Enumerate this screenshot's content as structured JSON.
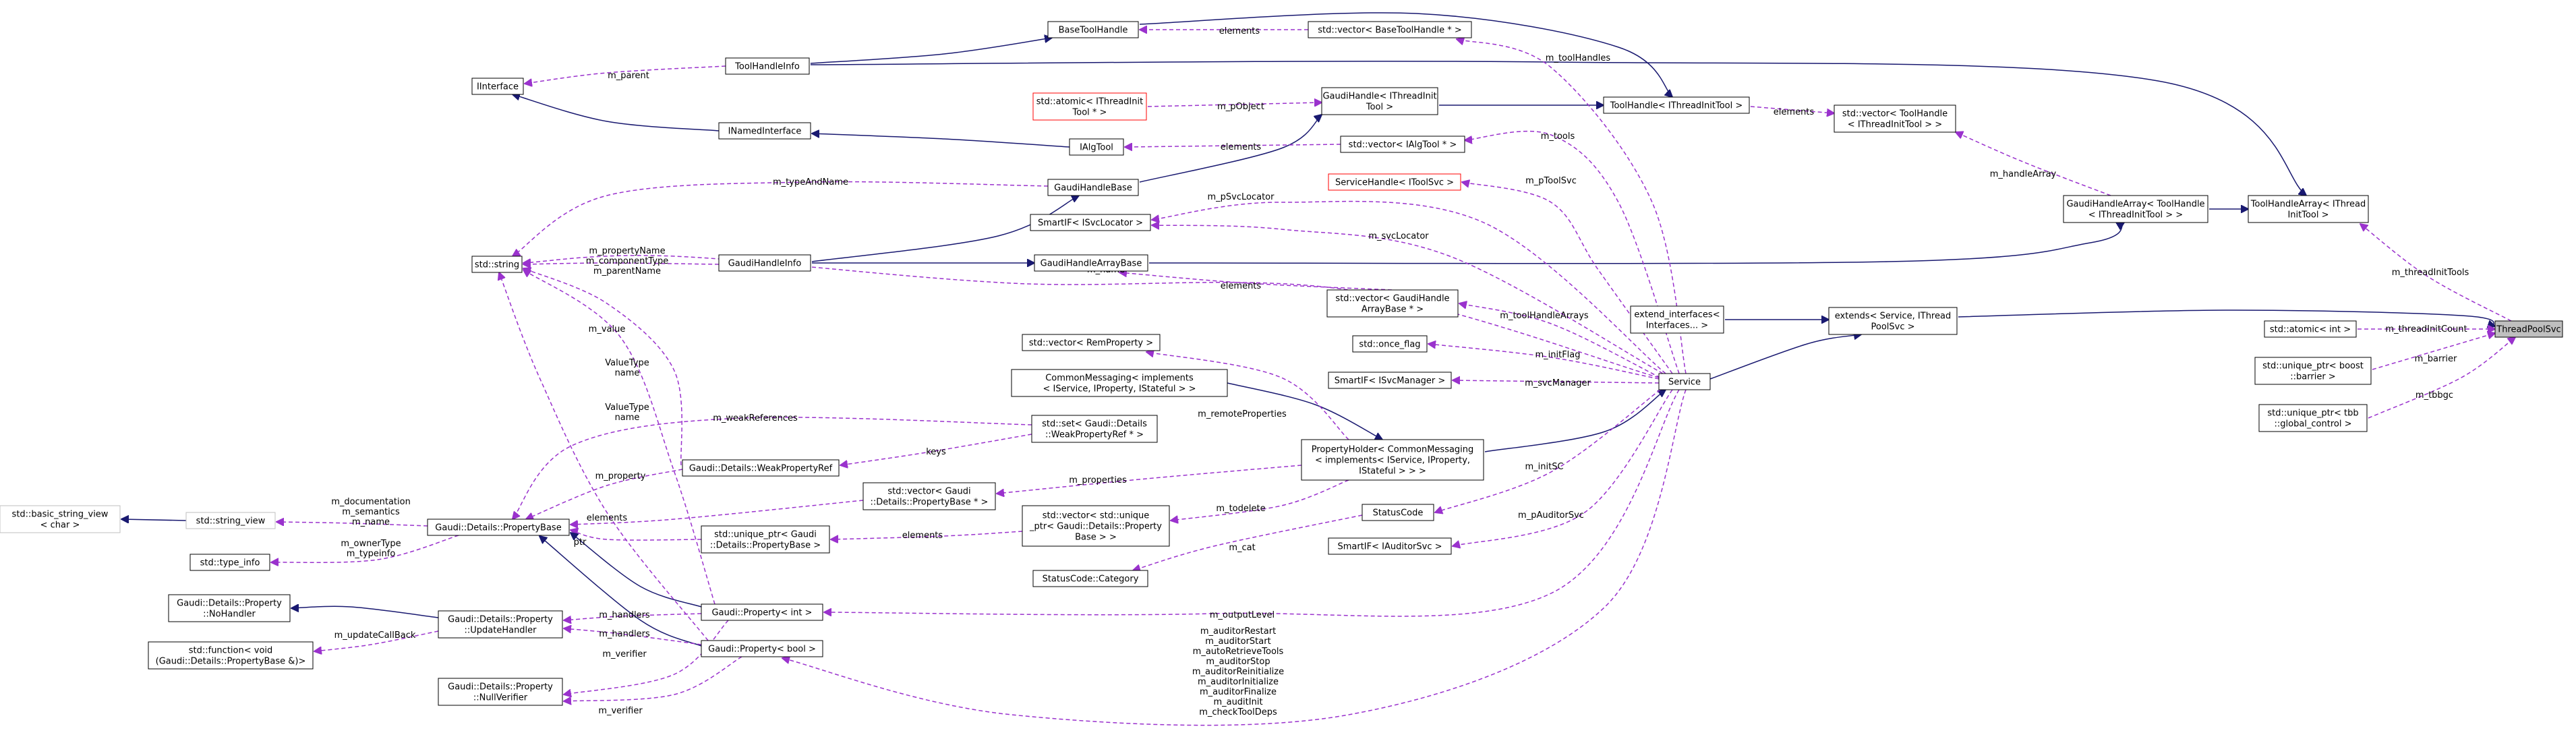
{
  "colors": {
    "inheritance": "#191970",
    "usage": "#9a32cd",
    "node_border": "#000000",
    "missing_border": "#ff0000",
    "external_border": "#bfbfbf",
    "root_fill": "#bfbfbf",
    "node_fill": "#ffffff"
  },
  "nodes": [
    {
      "id": "ThreadPoolSvc",
      "lines": [
        "ThreadPoolSvc"
      ],
      "style": "root"
    },
    {
      "id": "extends",
      "lines": [
        "extends< Service, IThread",
        "PoolSvc >"
      ],
      "style": "normal"
    },
    {
      "id": "Service",
      "lines": [
        "Service"
      ],
      "style": "normal"
    },
    {
      "id": "extend_interfaces",
      "lines": [
        "extend_interfaces<",
        "Interfaces... >"
      ],
      "style": "normal"
    },
    {
      "id": "PropertyHolder",
      "lines": [
        "PropertyHolder< CommonMessaging",
        "< implements< IService, IProperty,",
        "IStateful > > >"
      ],
      "style": "normal"
    },
    {
      "id": "CommonMessaging",
      "lines": [
        "CommonMessaging< implements",
        "< IService, IProperty, IStateful > >"
      ],
      "style": "normal"
    },
    {
      "id": "vecRemProperty",
      "lines": [
        "std::vector< RemProperty >"
      ],
      "style": "normal"
    },
    {
      "id": "vecPropertyBase",
      "lines": [
        "std::vector< Gaudi",
        "::Details::PropertyBase * >"
      ],
      "style": "normal"
    },
    {
      "id": "vecUniquePtr",
      "lines": [
        "std::vector< std::unique",
        "_ptr< Gaudi::Details::Property",
        "Base > >"
      ],
      "style": "normal"
    },
    {
      "id": "uniquePtrPropertyBase",
      "lines": [
        "std::unique_ptr< Gaudi",
        "::Details::PropertyBase >"
      ],
      "style": "normal"
    },
    {
      "id": "setWeakRef",
      "lines": [
        "std::set< Gaudi::Details",
        "::WeakPropertyRef * >"
      ],
      "style": "normal"
    },
    {
      "id": "WeakPropertyRef",
      "lines": [
        "Gaudi::Details::WeakPropertyRef"
      ],
      "style": "normal"
    },
    {
      "id": "PropertyBase",
      "lines": [
        "Gaudi::Details::PropertyBase"
      ],
      "style": "normal"
    },
    {
      "id": "string_view",
      "lines": [
        "std::string_view"
      ],
      "style": "external"
    },
    {
      "id": "basic_string_view",
      "lines": [
        "std::basic_string_view",
        "< char >"
      ],
      "style": "external"
    },
    {
      "id": "type_info",
      "lines": [
        "std::type_info"
      ],
      "style": "normal"
    },
    {
      "id": "stdstring",
      "lines": [
        "std::string"
      ],
      "style": "normal"
    },
    {
      "id": "NoHandler",
      "lines": [
        "Gaudi::Details::Property",
        "::NoHandler"
      ],
      "style": "normal"
    },
    {
      "id": "UpdateHandler",
      "lines": [
        "Gaudi::Details::Property",
        "::UpdateHandler"
      ],
      "style": "normal"
    },
    {
      "id": "function",
      "lines": [
        "std::function< void",
        "(Gaudi::Details::PropertyBase &)>"
      ],
      "style": "normal"
    },
    {
      "id": "NullVerifier",
      "lines": [
        "Gaudi::Details::Property",
        "::NullVerifier"
      ],
      "style": "normal"
    },
    {
      "id": "PropertyInt",
      "lines": [
        "Gaudi::Property< int >"
      ],
      "style": "normal"
    },
    {
      "id": "PropertyBool",
      "lines": [
        "Gaudi::Property< bool >"
      ],
      "style": "normal"
    },
    {
      "id": "StatusCode",
      "lines": [
        "StatusCode"
      ],
      "style": "normal"
    },
    {
      "id": "StatusCodeCategory",
      "lines": [
        "StatusCode::Category"
      ],
      "style": "normal"
    },
    {
      "id": "SmartIFAuditorSvc",
      "lines": [
        "SmartIF< IAuditorSvc >"
      ],
      "style": "normal"
    },
    {
      "id": "SmartIFSvcManager",
      "lines": [
        "SmartIF< ISvcManager >"
      ],
      "style": "normal"
    },
    {
      "id": "once_flag",
      "lines": [
        "std::once_flag"
      ],
      "style": "normal"
    },
    {
      "id": "vecGaudiHandleArrayBase",
      "lines": [
        "std::vector< GaudiHandle",
        "ArrayBase * >"
      ],
      "style": "normal"
    },
    {
      "id": "GaudiHandleArrayBase",
      "lines": [
        "GaudiHandleArrayBase"
      ],
      "style": "normal"
    },
    {
      "id": "GaudiHandleInfo",
      "lines": [
        "GaudiHandleInfo"
      ],
      "style": "normal"
    },
    {
      "id": "SmartIFSvcLocator",
      "lines": [
        "SmartIF< ISvcLocator >"
      ],
      "style": "normal"
    },
    {
      "id": "ServiceHandleIToolSvc",
      "lines": [
        "ServiceHandle< IToolSvc >"
      ],
      "style": "missing"
    },
    {
      "id": "GaudiHandleBase",
      "lines": [
        "GaudiHandleBase"
      ],
      "style": "normal"
    },
    {
      "id": "IAlgTool",
      "lines": [
        "IAlgTool"
      ],
      "style": "normal"
    },
    {
      "id": "vecIAlgTool",
      "lines": [
        "std::vector< IAlgTool * >"
      ],
      "style": "normal"
    },
    {
      "id": "INamedInterface",
      "lines": [
        "INamedInterface"
      ],
      "style": "normal"
    },
    {
      "id": "Interface",
      "lines": [
        "IInterface"
      ],
      "style": "normal"
    },
    {
      "id": "ToolHandleInfo",
      "lines": [
        "ToolHandleInfo"
      ],
      "style": "normal"
    },
    {
      "id": "BaseToolHandle",
      "lines": [
        "BaseToolHandle"
      ],
      "style": "normal"
    },
    {
      "id": "vecBaseToolHandle",
      "lines": [
        "std::vector< BaseToolHandle * >"
      ],
      "style": "normal"
    },
    {
      "id": "atomicIThreadInit",
      "lines": [
        "std::atomic< IThreadInit",
        "Tool * >"
      ],
      "style": "missing"
    },
    {
      "id": "GaudiHandleIThreadInitTool",
      "lines": [
        "GaudiHandle< IThreadInit",
        "Tool >"
      ],
      "style": "normal"
    },
    {
      "id": "ToolHandleIThreadInitTool",
      "lines": [
        "ToolHandle< IThreadInitTool >"
      ],
      "style": "normal"
    },
    {
      "id": "vecToolHandle",
      "lines": [
        "std::vector< ToolHandle",
        "< IThreadInitTool > >"
      ],
      "style": "normal"
    },
    {
      "id": "GaudiHandleArray",
      "lines": [
        "GaudiHandleArray< ToolHandle",
        "< IThreadInitTool > >"
      ],
      "style": "normal"
    },
    {
      "id": "ToolHandleArray",
      "lines": [
        "ToolHandleArray< IThread",
        "InitTool >"
      ],
      "style": "normal"
    },
    {
      "id": "atomicInt",
      "lines": [
        "std::atomic< int >"
      ],
      "style": "normal"
    },
    {
      "id": "uniquePtrBarrier",
      "lines": [
        "std::unique_ptr< boost",
        "::barrier >"
      ],
      "style": "normal"
    },
    {
      "id": "uniquePtrTbb",
      "lines": [
        "std::unique_ptr< tbb",
        "::global_control >"
      ],
      "style": "normal"
    }
  ],
  "edges": [
    {
      "from": "extends",
      "to": "ThreadPoolSvc",
      "type": "inheritance",
      "label": ""
    },
    {
      "from": "atomicInt",
      "to": "ThreadPoolSvc",
      "type": "usage",
      "label": "m_threadInitCount"
    },
    {
      "from": "uniquePtrBarrier",
      "to": "ThreadPoolSvc",
      "type": "usage",
      "label": "m_barrier"
    },
    {
      "from": "uniquePtrTbb",
      "to": "ThreadPoolSvc",
      "type": "usage",
      "label": "m_tbbgc"
    },
    {
      "from": "ToolHandleArray",
      "to": "ThreadPoolSvc",
      "type": "usage",
      "label": "m_threadInitTools"
    },
    {
      "from": "extend_interfaces",
      "to": "extends",
      "type": "inheritance",
      "label": ""
    },
    {
      "from": "Service",
      "to": "extends",
      "type": "inheritance",
      "label": ""
    },
    {
      "from": "PropertyHolder",
      "to": "Service",
      "type": "inheritance",
      "label": ""
    },
    {
      "from": "CommonMessaging",
      "to": "PropertyHolder",
      "type": "inheritance",
      "label": ""
    },
    {
      "from": "ToolHandleInfo",
      "to": "ToolHandleArray",
      "type": "inheritance",
      "label": ""
    },
    {
      "from": "GaudiHandleArray",
      "to": "ToolHandleArray",
      "type": "inheritance",
      "label": ""
    },
    {
      "from": "GaudiHandleArrayBase",
      "to": "GaudiHandleArray",
      "type": "inheritance",
      "label": ""
    },
    {
      "from": "vecToolHandle",
      "to": "GaudiHandleArray",
      "type": "usage",
      "label": "m_handleArray"
    },
    {
      "from": "ToolHandleIThreadInitTool",
      "to": "vecToolHandle",
      "type": "usage",
      "label": "elements"
    },
    {
      "from": "GaudiHandleIThreadInitTool",
      "to": "ToolHandleIThreadInitTool",
      "type": "inheritance",
      "label": ""
    },
    {
      "from": "BaseToolHandle",
      "to": "ToolHandleIThreadInitTool",
      "type": "inheritance",
      "label": ""
    },
    {
      "from": "GaudiHandleBase",
      "to": "GaudiHandleIThreadInitTool",
      "type": "inheritance",
      "label": ""
    },
    {
      "from": "atomicIThreadInit",
      "to": "GaudiHandleIThreadInitTool",
      "type": "usage",
      "label": "m_pObject"
    },
    {
      "from": "ToolHandleInfo",
      "to": "BaseToolHandle",
      "type": "inheritance",
      "label": ""
    },
    {
      "from": "vecBaseToolHandle",
      "to": "BaseToolHandle",
      "type": "usage",
      "label": "elements"
    },
    {
      "from": "Interface",
      "to": "ToolHandleInfo",
      "type": "usage",
      "label": "m_parent"
    },
    {
      "from": "INamedInterface",
      "to": "Interface",
      "type": "inheritance",
      "label": ""
    },
    {
      "from": "IAlgTool",
      "to": "INamedInterface",
      "type": "inheritance",
      "label": ""
    },
    {
      "from": "vecIAlgTool",
      "to": "IAlgTool",
      "type": "usage",
      "label": "elements"
    },
    {
      "from": "GaudiHandleInfo",
      "to": "GaudiHandleBase",
      "type": "inheritance",
      "label": ""
    },
    {
      "from": "GaudiHandleInfo",
      "to": "GaudiHandleArrayBase",
      "type": "inheritance",
      "label": ""
    },
    {
      "from": "stdstring",
      "to": "GaudiHandleBase",
      "type": "usage",
      "label": "m_typeAndName"
    },
    {
      "from": "stdstring",
      "to": "GaudiHandleInfo",
      "type": "usage",
      "label": "m_propertyName\nm_componentType\nm_parentName"
    },
    {
      "from": "vecGaudiHandleArrayBase",
      "to": "GaudiHandleArrayBase",
      "type": "usage",
      "label": "elements"
    },
    {
      "from": "vecBaseToolHandle",
      "to": "Service",
      "type": "usage",
      "label": "m_toolHandles"
    },
    {
      "from": "vecIAlgTool",
      "to": "Service",
      "type": "usage",
      "label": "m_tools"
    },
    {
      "from": "ServiceHandleIToolSvc",
      "to": "Service",
      "type": "usage",
      "label": "m_pToolSvc"
    },
    {
      "from": "SmartIFSvcLocator",
      "to": "Service",
      "type": "usage",
      "label": "m_pSvcLocator"
    },
    {
      "from": "SmartIFSvcLocator",
      "to": "Service",
      "type": "usage",
      "label": "m_svcLocator"
    },
    {
      "from": "vecGaudiHandleArrayBase",
      "to": "Service",
      "type": "usage",
      "label": "m_toolHandleArrays"
    },
    {
      "from": "stdstring",
      "to": "Service",
      "type": "usage",
      "label": "m_name"
    },
    {
      "from": "once_flag",
      "to": "Service",
      "type": "usage",
      "label": "m_initFlag"
    },
    {
      "from": "SmartIFSvcManager",
      "to": "Service",
      "type": "usage",
      "label": "m_svcManager"
    },
    {
      "from": "StatusCode",
      "to": "Service",
      "type": "usage",
      "label": "m_initSC"
    },
    {
      "from": "SmartIFAuditorSvc",
      "to": "Service",
      "type": "usage",
      "label": "m_pAuditorSvc"
    },
    {
      "from": "PropertyInt",
      "to": "Service",
      "type": "usage",
      "label": "m_outputLevel"
    },
    {
      "from": "PropertyBool",
      "to": "Service",
      "type": "usage",
      "label": "m_auditorRestart\nm_auditorStart\nm_autoRetrieveTools\nm_auditorStop\nm_auditorReinitialize\nm_auditorInitialize\nm_auditorFinalize\nm_auditInit\nm_checkToolDeps"
    },
    {
      "from": "vecRemProperty",
      "to": "PropertyHolder",
      "type": "usage",
      "label": "m_remoteProperties"
    },
    {
      "from": "vecPropertyBase",
      "to": "PropertyHolder",
      "type": "usage",
      "label": "m_properties"
    },
    {
      "from": "vecUniquePtr",
      "to": "PropertyHolder",
      "type": "usage",
      "label": "m_todelete"
    },
    {
      "from": "StatusCodeCategory",
      "to": "StatusCode",
      "type": "usage",
      "label": "m_cat"
    },
    {
      "from": "PropertyBase",
      "to": "vecPropertyBase",
      "type": "usage",
      "label": "elements"
    },
    {
      "from": "uniquePtrPropertyBase",
      "to": "vecUniquePtr",
      "type": "usage",
      "label": "elements"
    },
    {
      "from": "PropertyBase",
      "to": "uniquePtrPropertyBase",
      "type": "usage",
      "label": "ptr"
    },
    {
      "from": "WeakPropertyRef",
      "to": "setWeakRef",
      "type": "usage",
      "label": "keys"
    },
    {
      "from": "setWeakRef",
      "to": "PropertyBase",
      "type": "usage",
      "label": "m_weakReferences"
    },
    {
      "from": "PropertyBase",
      "to": "WeakPropertyRef",
      "type": "usage",
      "label": "m_property"
    },
    {
      "from": "string_view",
      "to": "PropertyBase",
      "type": "usage",
      "label": "m_documentation\nm_semantics\nm_name"
    },
    {
      "from": "type_info",
      "to": "PropertyBase",
      "type": "usage",
      "label": "m_ownerType\nm_typeinfo"
    },
    {
      "from": "basic_string_view",
      "to": "string_view",
      "type": "inheritance",
      "label": ""
    },
    {
      "from": "stdstring",
      "to": "WeakPropertyRef",
      "type": "usage",
      "label": "m_value"
    },
    {
      "from": "PropertyBase",
      "to": "PropertyInt",
      "type": "inheritance",
      "label": ""
    },
    {
      "from": "PropertyBase",
      "to": "PropertyBool",
      "type": "inheritance",
      "label": ""
    },
    {
      "from": "UpdateHandler",
      "to": "PropertyInt",
      "type": "usage",
      "label": "m_handlers"
    },
    {
      "from": "UpdateHandler",
      "to": "PropertyBool",
      "type": "usage",
      "label": "m_handlers"
    },
    {
      "from": "NullVerifier",
      "to": "PropertyInt",
      "type": "usage",
      "label": "m_verifier"
    },
    {
      "from": "NullVerifier",
      "to": "PropertyBool",
      "type": "usage",
      "label": "m_verifier"
    },
    {
      "from": "stdstring",
      "to": "PropertyInt",
      "type": "usage",
      "label": "ValueType\nname"
    },
    {
      "from": "stdstring",
      "to": "PropertyBool",
      "type": "usage",
      "label": "ValueType\nname"
    },
    {
      "from": "NoHandler",
      "to": "UpdateHandler",
      "type": "inheritance",
      "label": ""
    },
    {
      "from": "function",
      "to": "UpdateHandler",
      "type": "usage",
      "label": "m_updateCallBack"
    }
  ]
}
